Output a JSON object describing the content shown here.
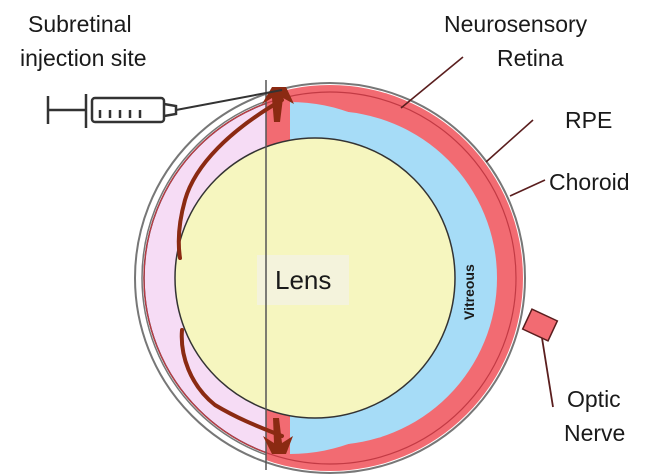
{
  "labels": {
    "injection_line1": "Subretinal",
    "injection_line2": "injection site",
    "retina_line1": "Neurosensory",
    "retina_line2": "Retina",
    "rpe": "RPE",
    "choroid": "Choroid",
    "lens": "Lens",
    "vitreous": "Vitreous",
    "optic_line1": "Optic",
    "optic_line2": "Nerve"
  },
  "colors": {
    "retina": "#f26b72",
    "vitreous": "#a6dcf7",
    "lens": "#f6f6bf",
    "lens_bg": "#f4f3dc",
    "anterior_chamber": "#f6dcf5",
    "choroid_line": "#777777",
    "arrow": "#8b2a12",
    "leader": "#5a1e1e",
    "optic_nerve": "#f26b72"
  }
}
